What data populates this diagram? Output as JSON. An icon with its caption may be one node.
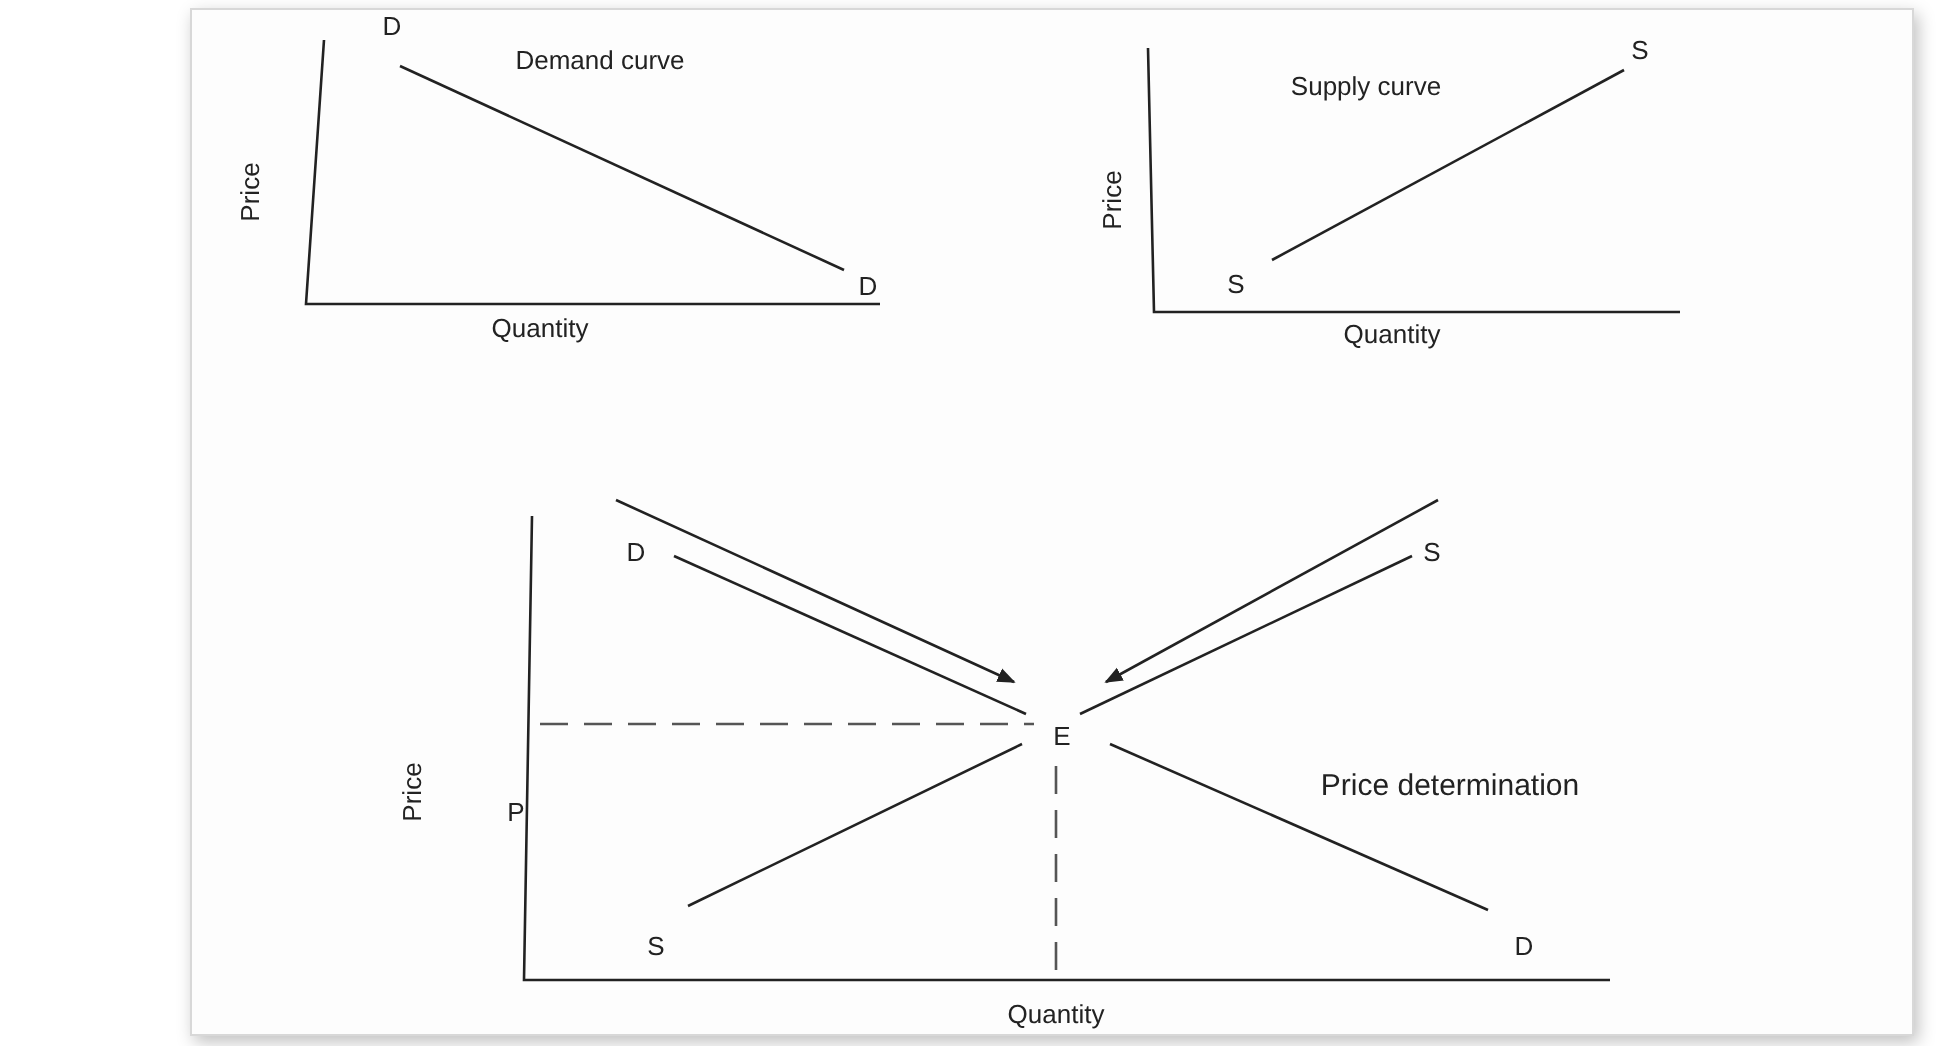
{
  "diagram": {
    "labels": [
      "D",
      "Demand curve",
      "S",
      "Supply curve",
      "Price",
      "Price",
      "D",
      "S",
      "Quantity",
      "Quantity",
      "D",
      "S",
      "E",
      "P",
      "Price",
      "Price determination",
      "S",
      "D",
      "Quantity"
    ]
  }
}
